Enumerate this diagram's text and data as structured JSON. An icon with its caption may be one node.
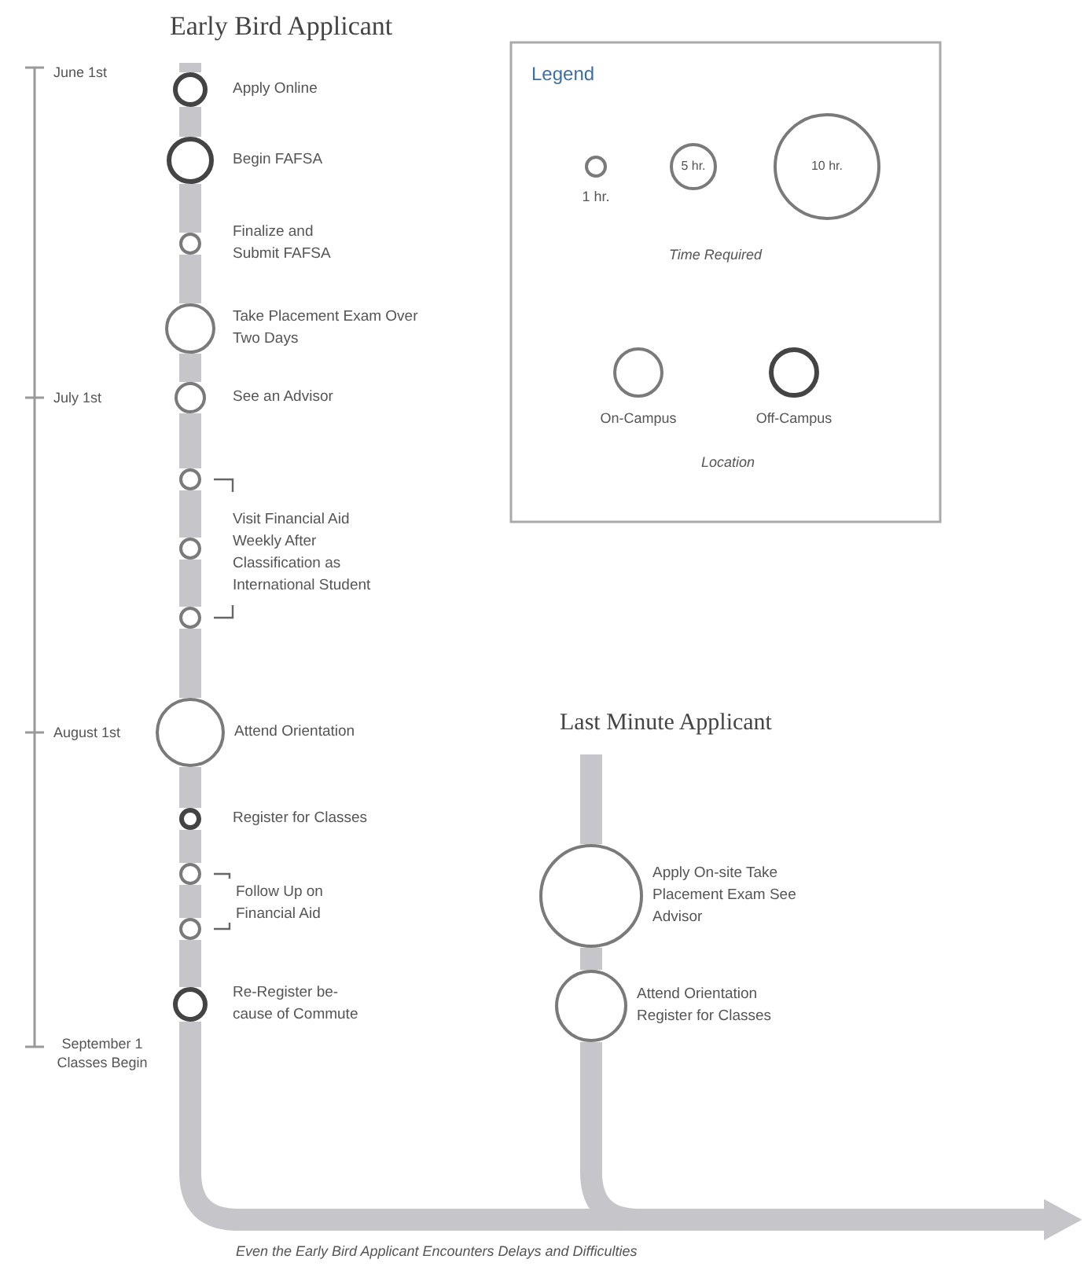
{
  "diagram": {
    "title": "Early Bird Applicant",
    "caption": "Even the Early Bird Applicant Encounters Delays and Difficulties",
    "nodes": [
      {
        "text": [],
        "shape": "circle",
        "beside": [
          "Apply Online"
        ]
      },
      {
        "text": [],
        "shape": "circle",
        "beside": [
          "Begin FAFSA"
        ]
      },
      {
        "text": [],
        "shape": "circle",
        "beside": [
          "Finalize and Submit FAFSA"
        ]
      },
      {
        "text": [],
        "shape": "circle",
        "beside": [
          "Take Placement Exam Over Two Days"
        ]
      },
      {
        "text": [],
        "shape": "circle",
        "beside": [
          "See an Advisor"
        ]
      },
      {
        "text": [],
        "shape": "circle"
      },
      {
        "text": [],
        "shape": "circle"
      },
      {
        "text": [],
        "shape": "circle"
      },
      {
        "text": [],
        "shape": "circle",
        "beside": [
          "Attend Orientation"
        ]
      },
      {
        "text": [],
        "shape": "circle",
        "beside": [
          "Register for Classes"
        ]
      },
      {
        "text": [],
        "shape": "circle"
      },
      {
        "text": [],
        "shape": "circle"
      },
      {
        "text": [],
        "shape": "circle",
        "beside": [
          "Re-Register be-cause of Commute"
        ]
      },
      {
        "text": [],
        "shape": "circle",
        "beside": [
          "Apply On-site Take Placement Exam See Advisor"
        ]
      },
      {
        "text": [],
        "shape": "circle",
        "beside": [
          "Attend Orientation Register for Classes"
        ]
      }
    ],
    "edges": [
      {
        "from": 0,
        "to": 1,
        "arrow": "none"
      },
      {
        "from": 1,
        "to": 2,
        "arrow": "none"
      },
      {
        "from": 2,
        "to": 3,
        "arrow": "none"
      },
      {
        "from": 3,
        "to": 4,
        "arrow": "none"
      },
      {
        "from": 4,
        "to": 5,
        "arrow": "none"
      },
      {
        "from": 5,
        "to": 6,
        "arrow": "none"
      },
      {
        "from": 6,
        "to": 7,
        "arrow": "none"
      },
      {
        "from": 7,
        "to": 8,
        "arrow": "none"
      },
      {
        "from": 8,
        "to": 9,
        "arrow": "none"
      },
      {
        "from": 9,
        "to": 10,
        "arrow": "none"
      },
      {
        "from": 10,
        "to": 11,
        "arrow": "none"
      },
      {
        "from": 11,
        "to": 12,
        "arrow": "none"
      },
      {
        "from": 12,
        "to": null,
        "arrow": "to"
      },
      {
        "from": 13,
        "to": 14,
        "arrow": "none"
      },
      {
        "from": 14,
        "to": null,
        "arrow": "to"
      }
    ],
    "labels": [
      "Legend",
      "Time Required",
      "Location",
      "June 1st",
      "July 1st",
      "Visit Financial Aid Weekly After Classification as International Student",
      "August 1st",
      "Last Minute Applicant",
      "Follow Up on Financial Aid",
      "September 1 Classes Begin"
    ],
    "legend": [
      {
        "text": "1 hr."
      },
      {
        "text": "5 hr."
      },
      {
        "text": "10 hr."
      },
      {
        "text": "On-Campus"
      },
      {
        "text": "Off-Campus"
      }
    ]
  }
}
